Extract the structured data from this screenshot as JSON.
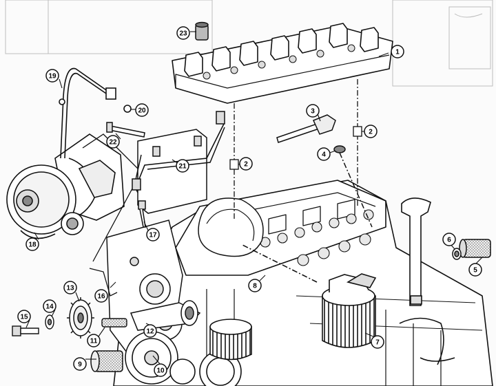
{
  "callouts": [
    {
      "id": "1",
      "label": "1",
      "part": "camshaft-bearing-bridge"
    },
    {
      "id": "2a",
      "label": "2",
      "part": "dowel-sleeve-right"
    },
    {
      "id": "2b",
      "label": "2",
      "part": "dowel-sleeve-center"
    },
    {
      "id": "3",
      "label": "3",
      "part": "sensor"
    },
    {
      "id": "4",
      "label": "4",
      "part": "seal-ring"
    },
    {
      "id": "5",
      "label": "5",
      "part": "filter-element-right"
    },
    {
      "id": "6",
      "label": "6",
      "part": "clamp"
    },
    {
      "id": "7",
      "label": "7",
      "part": "oil-filter-housing"
    },
    {
      "id": "8",
      "label": "8",
      "part": "bolt"
    },
    {
      "id": "9",
      "label": "9",
      "part": "filter-cartridge-left"
    },
    {
      "id": "10",
      "label": "10",
      "part": "belt-pulley"
    },
    {
      "id": "11",
      "label": "11",
      "part": "pin"
    },
    {
      "id": "12",
      "label": "12",
      "part": "tensioner"
    },
    {
      "id": "13",
      "label": "13",
      "part": "sprocket"
    },
    {
      "id": "14",
      "label": "14",
      "part": "washer"
    },
    {
      "id": "15",
      "label": "15",
      "part": "sprocket-bolt"
    },
    {
      "id": "16",
      "label": "16",
      "part": "bracket"
    },
    {
      "id": "17",
      "label": "17",
      "part": "banjo-bolt"
    },
    {
      "id": "18",
      "label": "18",
      "part": "turbocharger"
    },
    {
      "id": "19",
      "label": "19",
      "part": "oil-feed-line"
    },
    {
      "id": "20",
      "label": "20",
      "part": "o-ring"
    },
    {
      "id": "21",
      "label": "21",
      "part": "heat-shield"
    },
    {
      "id": "22",
      "label": "22",
      "part": "stud-bolt"
    },
    {
      "id": "23",
      "label": "23",
      "part": "plug"
    }
  ],
  "colors": {
    "ink": "#111111",
    "paper": "#fbfbfb",
    "shade": "#cfcfcf",
    "bleed": "#9a9a9a"
  }
}
